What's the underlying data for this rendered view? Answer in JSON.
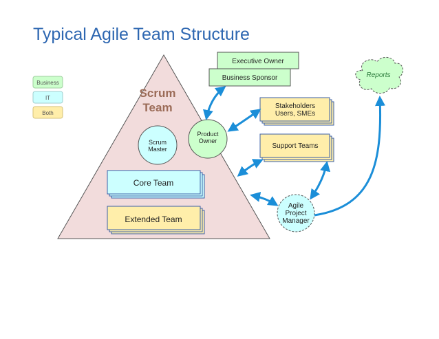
{
  "slide": {
    "title": "Typical Agile Team Structure"
  },
  "legend": {
    "business": "Business",
    "it": "IT",
    "both": "Both"
  },
  "colors": {
    "business_fill": "#ccffcc",
    "it_fill": "#ccffff",
    "both_fill": "#ffeeaa",
    "triangle_fill": "#f2dcdc",
    "scrum_team_text": "#9b6b57",
    "arrow": "#1b8ed8",
    "title": "#2e67b1"
  },
  "triangle": {
    "label_line1": "Scrum",
    "label_line2": "Team"
  },
  "nodes": {
    "scrum_master": {
      "line1": "Scrum",
      "line2": "Master"
    },
    "product_owner": {
      "line1": "Product",
      "line2": "Owner"
    },
    "core_team": "Core Team",
    "extended_team": "Extended Team",
    "executive_owner": "Executive Owner",
    "business_sponsor": "Business Sponsor",
    "stakeholders": {
      "line1": "Stakeholders",
      "line2": "Users, SMEs"
    },
    "support_teams": "Support Teams",
    "agile_pm": {
      "line1": "Agile",
      "line2": "Project",
      "line3": "Manager"
    },
    "reports": "Reports"
  }
}
